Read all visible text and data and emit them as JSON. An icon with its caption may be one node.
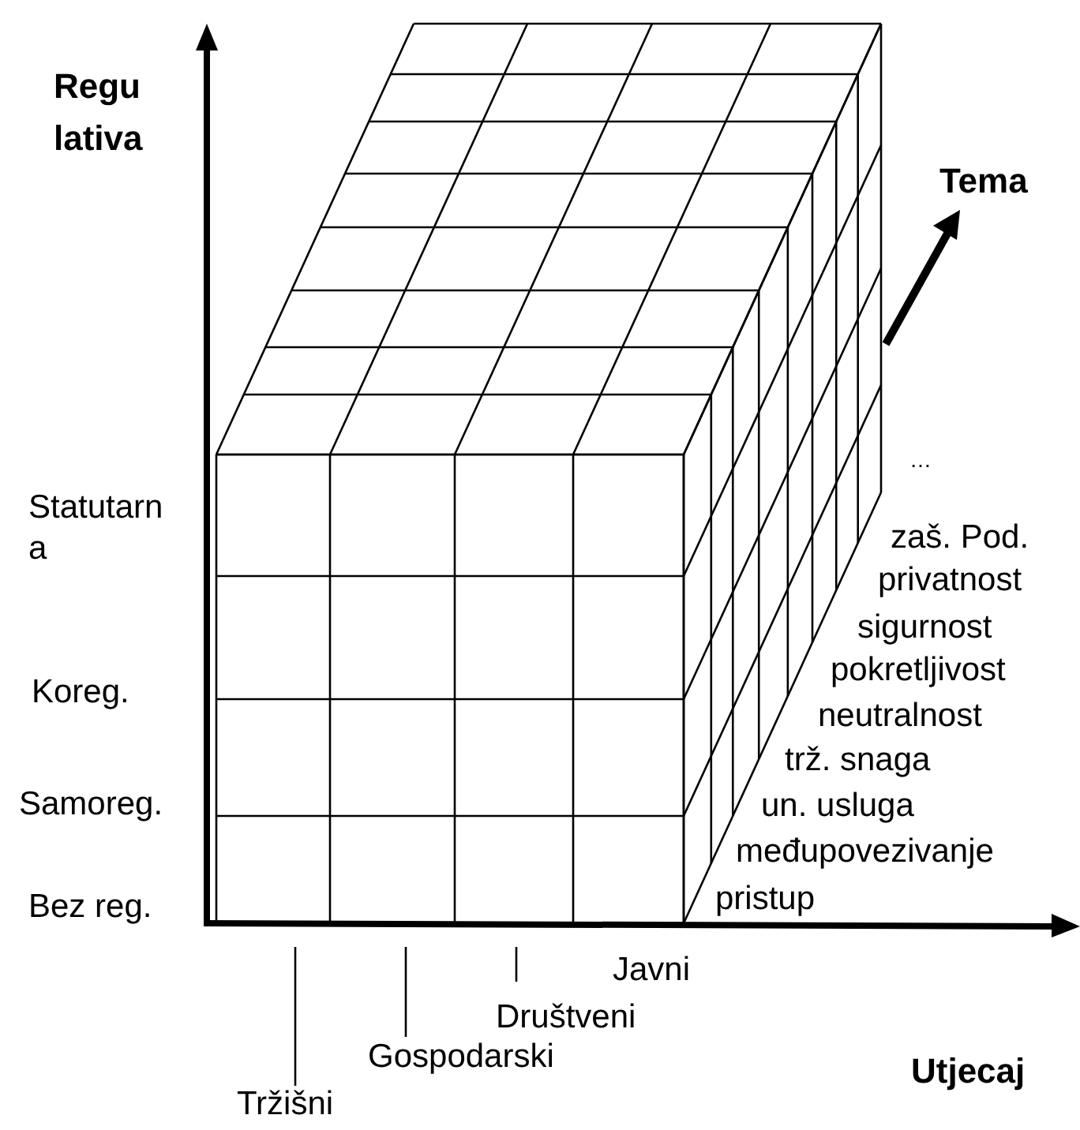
{
  "diagram": {
    "labels": [
      "Regu lativa",
      "Tema",
      "…",
      "Statutarn a",
      "zaš. Pod.",
      "privatnost",
      "sigurnost",
      "Koreg.",
      "pokretljivost",
      "neutralnost",
      "trž. snaga",
      "Samoreg.",
      "un. usluga",
      "međupovezivanje",
      "Bez reg.",
      "pristup",
      "Javni",
      "Društveni",
      "Utjecaj",
      "Gospodarski",
      "Tržišni"
    ]
  }
}
